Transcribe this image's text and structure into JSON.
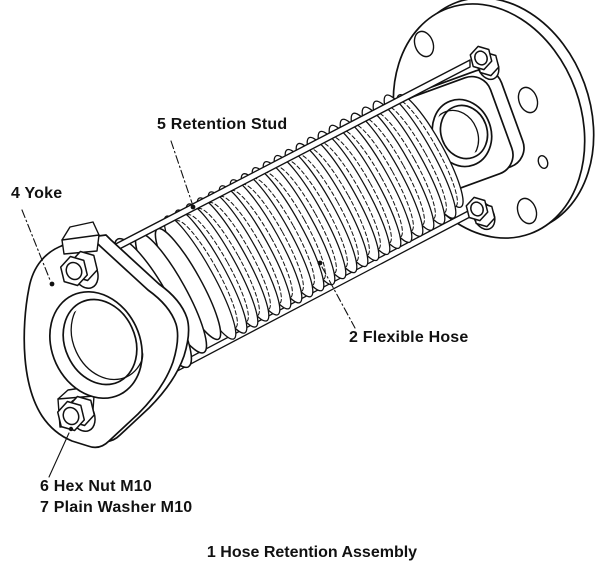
{
  "diagram": {
    "caption": "1 Hose Retention Assembly",
    "assembly_number": "1",
    "background_color": "#ffffff",
    "line_color": "#111111",
    "callouts": [
      {
        "number": "5",
        "name": "Retention Stud",
        "label": "5 Retention Stud"
      },
      {
        "number": "4",
        "name": "Yoke",
        "label": "4 Yoke"
      },
      {
        "number": "2",
        "name": "Flexible Hose",
        "label": "2 Flexible Hose"
      },
      {
        "number": "6",
        "name": "Hex Nut M10",
        "label": "6 Hex Nut M10"
      },
      {
        "number": "7",
        "name": "Plain Washer M10",
        "label": "7 Plain Washer M10"
      }
    ]
  }
}
